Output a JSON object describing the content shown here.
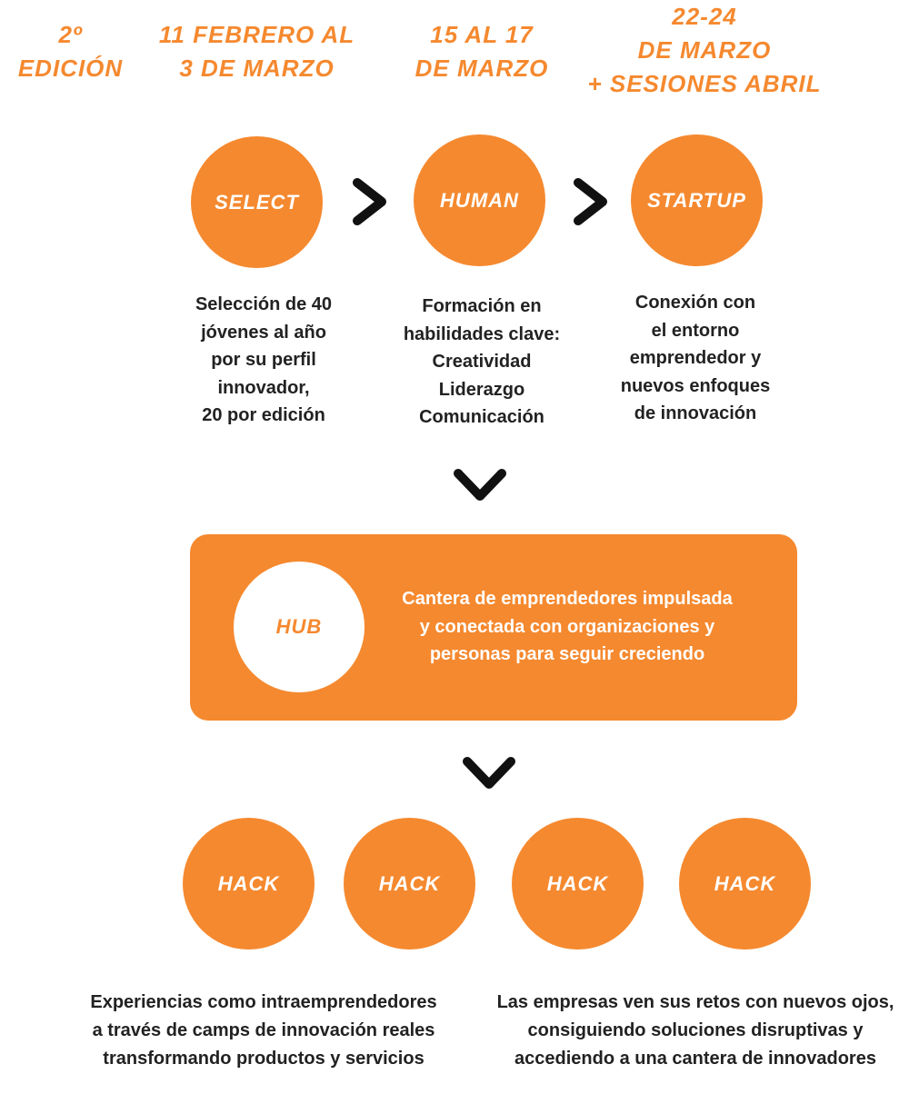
{
  "headers": {
    "edition": "2º\nEDICIÓN",
    "select_dates": "11 FEBRERO AL\n3 DE MARZO",
    "human_dates": "15 AL 17\nDE MARZO",
    "startup_dates": "22-24\nDE MARZO\n+ SESIONES ABRIL"
  },
  "stages": {
    "select": {
      "label": "SELECT",
      "description": "Selección de 40\njóvenes al año\npor su perfil\ninnovador,\n20 por edición"
    },
    "human": {
      "label": "HUMAN",
      "description": "Formación en\nhabilidades clave:\nCreatividad\nLiderazgo\nComunicación"
    },
    "startup": {
      "label": "STARTUP",
      "description": "Conexión con\nel entorno\nemprendedor y\nnuevos enfoques\nde innovación"
    }
  },
  "hub": {
    "label": "HUB",
    "description": "Cantera de emprendedores impulsada\ny conectada con organizaciones y\npersonas  para seguir creciendo"
  },
  "hack": {
    "labels": [
      "HACK",
      "HACK",
      "HACK",
      "HACK"
    ],
    "left_description": "Experiencias como intraemprendedores\na través de camps de innovación reales\ntransformando productos y servicios",
    "right_description": "Las empresas  ven sus retos con nuevos ojos,\nconsiguiendo soluciones disruptivas y\naccediendo a una cantera de innovadores"
  },
  "colors": {
    "accent": "#f5892f",
    "text": "#222222",
    "chevron": "#111111"
  }
}
